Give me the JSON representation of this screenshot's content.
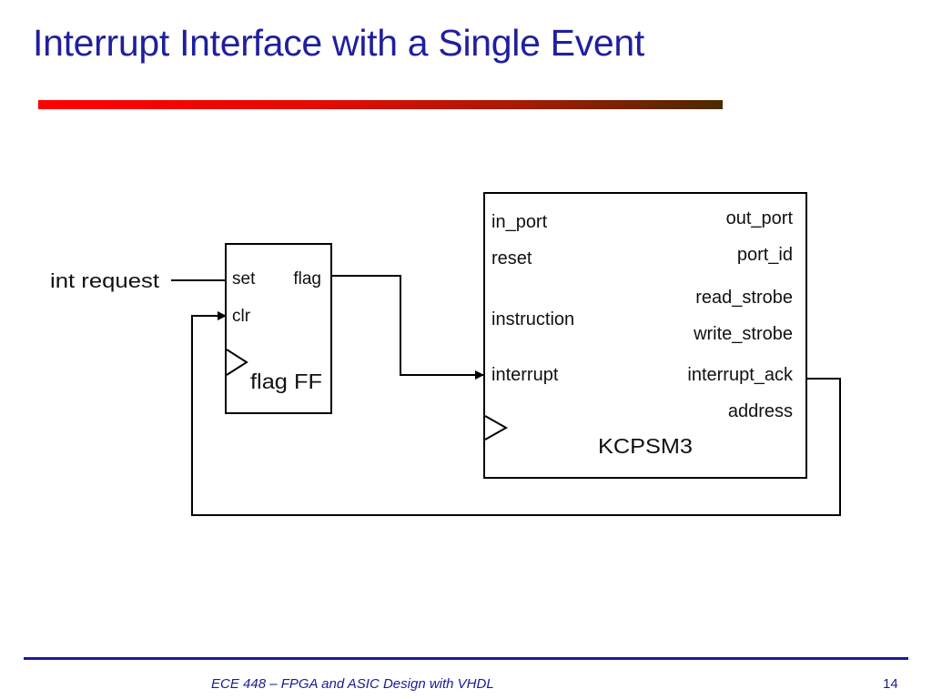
{
  "slide": {
    "title": "Interrupt Interface with a Single Event",
    "accent_color": "#1f1f9e",
    "rule_gradient": [
      "#ff0000",
      "#4a2a00"
    ]
  },
  "diagram": {
    "input_label": "int request",
    "flag_ff": {
      "name": "flag FF",
      "pins": {
        "set": "set",
        "clr": "clr",
        "flag": "flag"
      }
    },
    "kcpsm3": {
      "name": "KCPSM3",
      "left_pins": [
        "in_port",
        "reset",
        "instruction",
        "interrupt"
      ],
      "right_pins": [
        "out_port",
        "port_id",
        "read_strobe",
        "write_strobe",
        "interrupt_ack",
        "address"
      ]
    }
  },
  "footer": {
    "course": "ECE 448 – FPGA and ASIC Design with VHDL",
    "page": "14"
  }
}
